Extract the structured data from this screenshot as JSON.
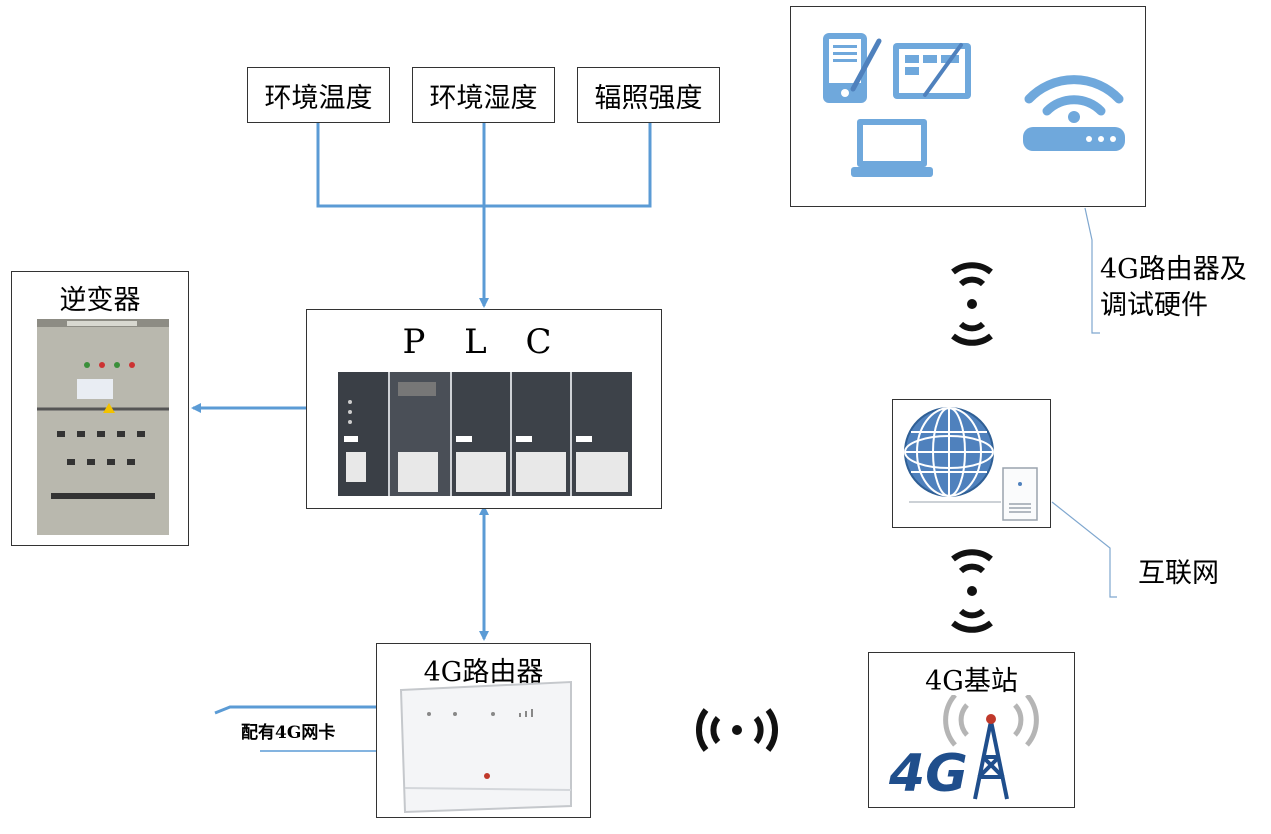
{
  "sensors": [
    {
      "label": "环境温度"
    },
    {
      "label": "环境湿度"
    },
    {
      "label": "辐照强度"
    }
  ],
  "plc": {
    "title": "P L C"
  },
  "inverter": {
    "title": "逆变器"
  },
  "router": {
    "title": "4G路由器",
    "note": "配有4G网卡"
  },
  "base_station": {
    "title": "4G基站"
  },
  "hardware": {
    "label_line1": "4G路由器及",
    "label_line2": "调试硬件"
  },
  "internet": {
    "label": "互联网"
  },
  "colors": {
    "connector": "#5b9bd5",
    "icon_blue": "#6fa8dc",
    "device_blue": "#4f81bd"
  }
}
